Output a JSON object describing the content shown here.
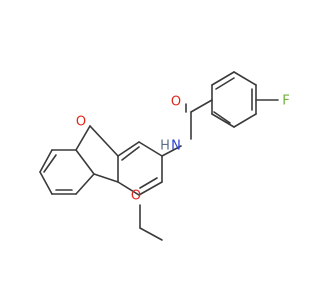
{
  "molecule": {
    "atoms": {
      "fluorine": "F",
      "carbonyl_oxygen": "O",
      "amide_nitrogen": "N",
      "amide_hydrogen": "H",
      "furan_oxygen": "O",
      "methoxy_oxygen": "O"
    },
    "colors": {
      "bond": "#3a3a3a",
      "oxygen": "#e0271b",
      "nitrogen": "#2a3fd6",
      "fluorine": "#6fb13a",
      "hydrogen": "#5a6f8a"
    }
  }
}
